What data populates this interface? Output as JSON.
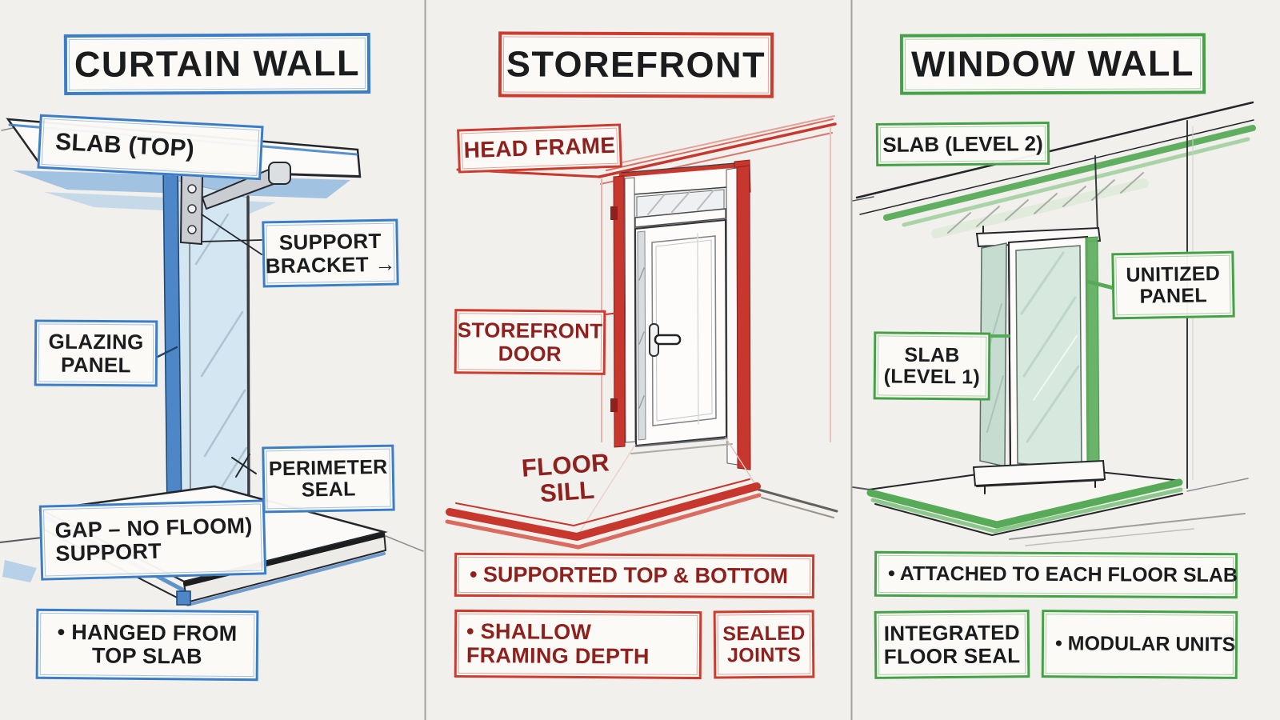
{
  "page": {
    "paper_color": "#f1f0ec",
    "divider_color": "#a2a29f"
  },
  "panels": [
    {
      "id": "curtain_wall",
      "title": "CURTAIN WALL",
      "accent": "#3b7ec6",
      "labels": {
        "slab_top": "SLAB (TOP)",
        "support_bracket": "SUPPORT BRACKET →",
        "glazing_panel": "GLAZING PANEL",
        "perimeter_seal": "PERIMETER SEAL",
        "gap_no_floor_support": "GAP – NO FLOOM) SUPPORT",
        "hanged_from_top_slab": "• HANGED FROM TOP SLAB"
      }
    },
    {
      "id": "storefront",
      "title": "STOREFRONT",
      "accent": "#cd3a2e",
      "label_text_color": "#8e201d",
      "labels": {
        "head_frame": "HEAD FRAME",
        "storefront_door": "STOREFRONT DOOR",
        "floor_sill": "FLOOR SILL",
        "supported_top_bottom": "• SUPPORTED TOP & BOTTOM",
        "shallow_framing_depth": "• SHALLOW FRAMING DEPTH",
        "sealed_joints": "SEALED JOINTS"
      }
    },
    {
      "id": "window_wall",
      "title": "WINDOW WALL",
      "accent": "#45a145",
      "labels": {
        "slab_level_2": "SLAB (LEVEL 2)",
        "unitized_panel": "UNITIZED PANEL",
        "slab_level_1": "SLAB (LEVEL 1)",
        "attached_to_each_floor_slab": "• ATTACHED TO EACH FLOOR SLAB",
        "integrated_floor_seal": "INTEGRATED FLOOR SEAL",
        "modular_units": "• MODULAR UNITS"
      }
    }
  ]
}
